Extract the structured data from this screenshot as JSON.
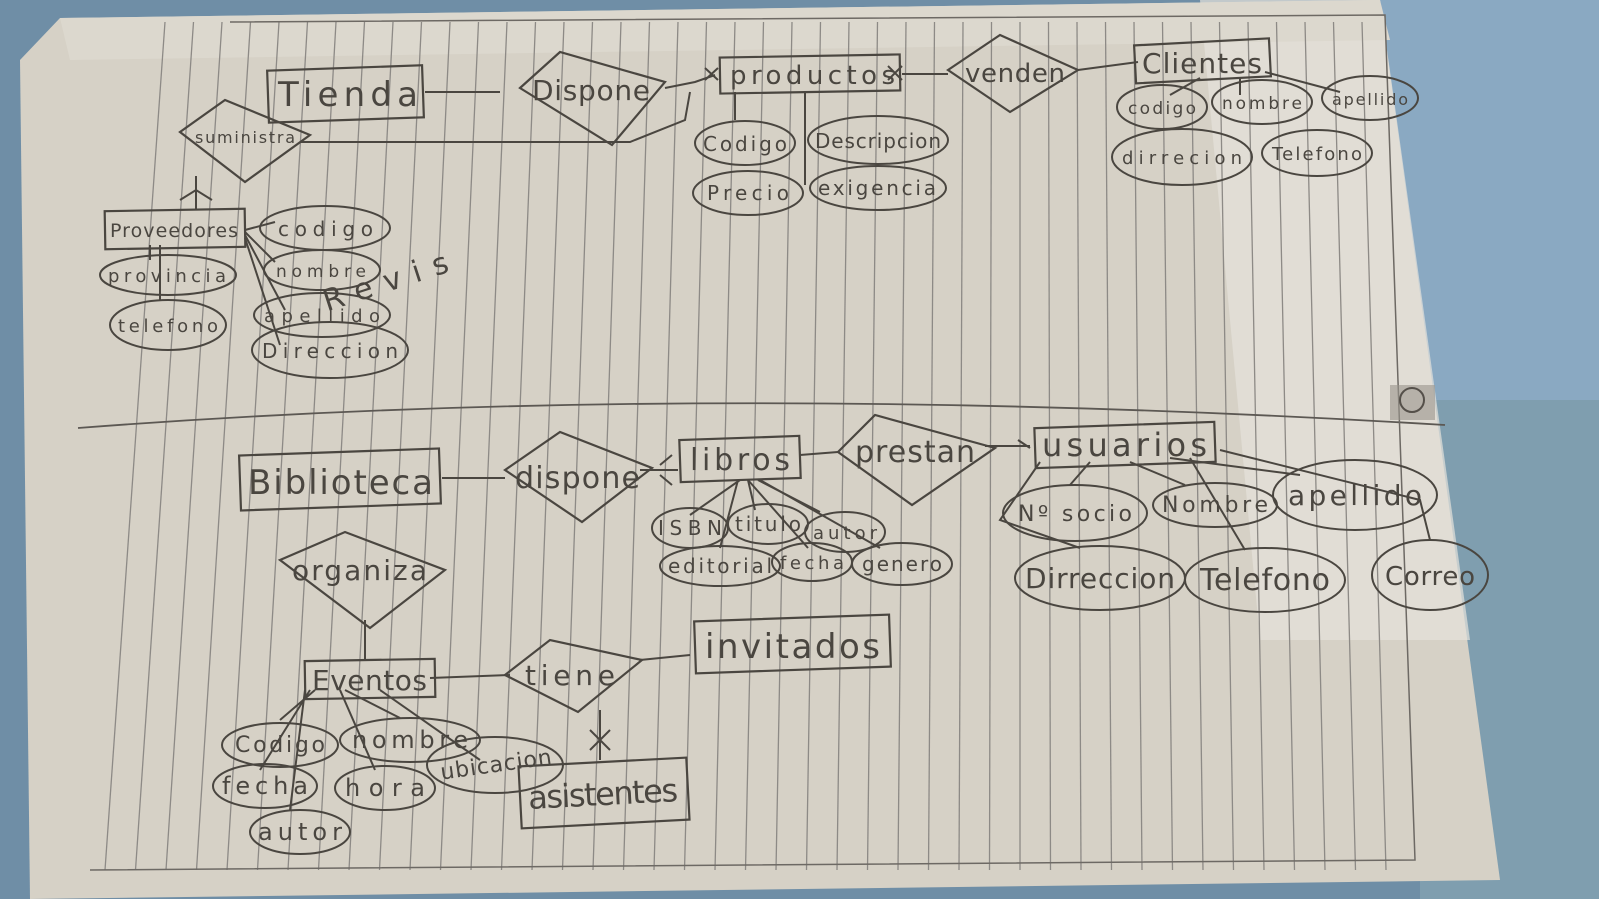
{
  "top_diagram": {
    "entities": {
      "tienda": "Tienda",
      "productos": "productos",
      "clientes": "Clientes",
      "proveedores": "Proveedores"
    },
    "relations": {
      "dispone": "Dispone",
      "venden": "venden",
      "suministra": "suministra"
    },
    "attributes": {
      "productos": [
        "Codigo",
        "Descripcion",
        "Precio",
        "exigencia"
      ],
      "clientes": [
        "codigo",
        "nombre",
        "apellido",
        "dirrecion",
        "Telefono"
      ],
      "proveedores": [
        "codigo",
        "nombre",
        "apellido",
        "Direccion",
        "provincia",
        "telefono"
      ]
    },
    "annotation": "Revis"
  },
  "bottom_diagram": {
    "entities": {
      "biblioteca": "Biblioteca",
      "libros": "libros",
      "usuarios": "usuarios",
      "eventos": "Eventos",
      "invitados": "invitados",
      "asistentes": "asistentes"
    },
    "relations": {
      "dispone": "dispone",
      "prestan": "prestan",
      "organiza": "organiza",
      "tiene": "tiene"
    },
    "attributes": {
      "libros": [
        "ISBN",
        "titulo",
        "autor",
        "editorial",
        "fecha",
        "genero"
      ],
      "usuarios": [
        "Nº socio",
        "Nombre",
        "apellido",
        "Dirreccion",
        "Telefono",
        "Correo"
      ],
      "eventos": [
        "Codigo",
        "nombre",
        "fecha",
        "hora",
        "ubicacion",
        "autor"
      ]
    }
  },
  "colors": {
    "background_fabric": "#6f8ea6",
    "paper": "#d8d2c6",
    "ruled_lines": "#8d8a86",
    "pencil": "#4a4640"
  }
}
